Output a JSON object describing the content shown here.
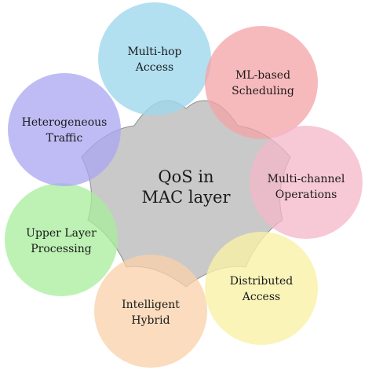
{
  "center": {
    "line1": "QoS in",
    "line2": "MAC layer",
    "color": "#c9c9c9"
  },
  "satellites": [
    {
      "line1": "Multi-hop",
      "line2": "Access",
      "color": "#9fd8ee"
    },
    {
      "line1": "ML-based",
      "line2": "Scheduling",
      "color": "#f4a3a6"
    },
    {
      "line1": "Multi-channel",
      "line2": "Operations",
      "color": "#f4b6c8"
    },
    {
      "line1": "Distributed",
      "line2": "Access",
      "color": "#f9f1a8"
    },
    {
      "line1": "Intelligent",
      "line2": "Hybrid",
      "color": "#f9d0a8"
    },
    {
      "line1": "Upper Layer",
      "line2": "Processing",
      "color": "#a7ee9b"
    },
    {
      "line1": "Heterogeneous",
      "line2": "Traffic",
      "color": "#aaa6f2"
    }
  ]
}
